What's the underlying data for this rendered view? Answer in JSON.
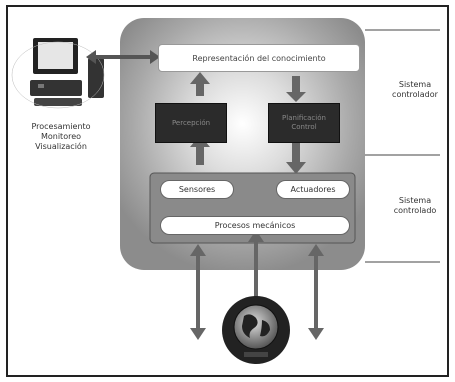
{
  "nodes": {
    "representacion": "Representación del conocimiento",
    "percepcion": "Percepción",
    "planificacion_line1": "Planificación",
    "planificacion_line2": "Control",
    "sensores": "Sensores",
    "actuadores": "Actuadores",
    "procesos": "Procesos mecánicos"
  },
  "left_labels": {
    "line1": "Procesamiento",
    "line2": "Monitoreo",
    "line3": "Visualización"
  },
  "right_labels": {
    "upper_line1": "Sistema",
    "upper_line2": "controlador",
    "lower_line1": "Sistema",
    "lower_line2": "controlado"
  },
  "icons": [
    "computer-icon",
    "globe-icon"
  ]
}
